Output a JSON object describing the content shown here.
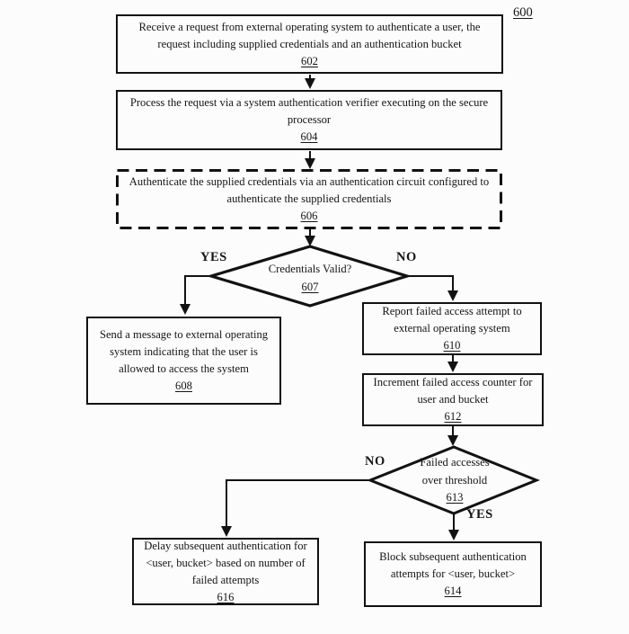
{
  "figure": {
    "number": "600"
  },
  "colors": {
    "ink": "#121212",
    "background": "#fcfcfc"
  },
  "nodes": {
    "n602": {
      "text": "Receive a request from external operating system to authenticate a user, the request including supplied credentials and an authentication bucket",
      "ref": "602"
    },
    "n604": {
      "text": "Process the request via a system authentication verifier executing on the secure processor",
      "ref": "604"
    },
    "n606": {
      "text": "Authenticate the supplied credentials via an authentication circuit configured to authenticate the supplied credentials",
      "ref": "606"
    },
    "n607": {
      "text": "Credentials Valid?",
      "ref": "607"
    },
    "n608": {
      "text": "Send a message to external operating system indicating that the user is allowed to access the system",
      "ref": "608"
    },
    "n610": {
      "text": "Report failed access attempt to external operating system",
      "ref": "610"
    },
    "n612": {
      "text": "Increment failed access counter for user and bucket",
      "ref": "612"
    },
    "n613": {
      "text": "Failed accesses over threshold",
      "ref": "613"
    },
    "n614": {
      "text": "Block subsequent authentication attempts for <user, bucket>",
      "ref": "614"
    },
    "n616": {
      "text": "Delay subsequent authentication for <user, bucket> based on number of failed attempts",
      "ref": "616"
    }
  },
  "edge_labels": {
    "e607_yes": "YES",
    "e607_no": "NO",
    "e613_no": "NO",
    "e613_yes": "YES"
  }
}
